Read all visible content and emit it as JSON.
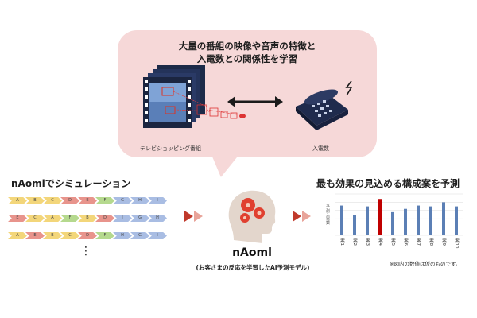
{
  "bubble": {
    "title_line1": "大量の番組の映像や音声の特徴と",
    "title_line2": "入電数との関係性を学習",
    "film_caption": "テレビショッピング番組",
    "phone_caption": "入電数"
  },
  "left": {
    "heading": "nAomlでシミュレーション",
    "rows": [
      [
        "A",
        "B",
        "C",
        "D",
        "E",
        "F",
        "G",
        "H",
        "I"
      ],
      [
        "E",
        "C",
        "A",
        "F",
        "B",
        "D",
        "I",
        "G",
        "H"
      ],
      [
        "A",
        "E",
        "B",
        "C",
        "D",
        "F",
        "H",
        "G",
        "I"
      ]
    ],
    "ellipsis": "⋮"
  },
  "center": {
    "name": "nAoml",
    "subtitle": "(お客さまの反応を学習したAI予測モデル)"
  },
  "right": {
    "heading": "最も効果の見込める構成案を予測",
    "footnote": "※図内の数値は仮のものです。"
  },
  "chart_data": {
    "type": "bar",
    "categories": [
      "案1",
      "案2",
      "案3",
      "案4",
      "案5",
      "案6",
      "案7",
      "案8",
      "案9",
      "案10"
    ],
    "values": [
      36,
      25,
      35,
      44,
      28,
      32,
      36,
      35,
      40,
      35
    ],
    "highlight_index": 3,
    "ylabel": "予測入電数",
    "ylim": [
      0,
      50
    ],
    "grid": true,
    "colors": {
      "bar": "#5b7fb5",
      "highlight": "#c00000"
    }
  },
  "colors": {
    "bubble": "#f6d8d8",
    "arrow_red": "#c0392b",
    "chip_yellow": "#f3d67a",
    "chip_red": "#e8948c",
    "chip_green": "#b5d98e",
    "chip_blue": "#a9bde3"
  }
}
